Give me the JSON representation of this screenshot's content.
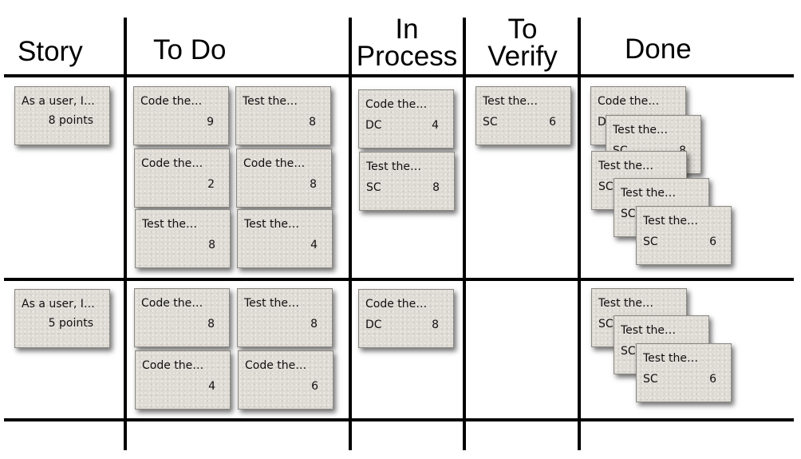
{
  "board": {
    "columns": [
      "Story",
      "To Do",
      "In Process",
      "To Verify",
      "Done"
    ],
    "rows": [
      {
        "story": {
          "title": "As a user, I…",
          "points": "8 points"
        },
        "todo": [
          {
            "title": "Code the…",
            "points": "9"
          },
          {
            "title": "Test the…",
            "points": "8"
          },
          {
            "title": "Code the…",
            "points": "2"
          },
          {
            "title": "Code the…",
            "points": "8"
          },
          {
            "title": "Test the…",
            "points": "8"
          },
          {
            "title": "Test the…",
            "points": "4"
          }
        ],
        "in_process": [
          {
            "title": "Code the…",
            "owner": "DC",
            "points": "4"
          },
          {
            "title": "Test the…",
            "owner": "SC",
            "points": "8"
          }
        ],
        "to_verify": [
          {
            "title": "Test the…",
            "owner": "SC",
            "points": "6"
          }
        ],
        "done": [
          {
            "title": "Code the…",
            "owner": "D",
            "points": ""
          },
          {
            "title": "Test the…",
            "owner": "SC",
            "points": "8"
          },
          {
            "title": "Test the…",
            "owner": "SC",
            "points": ""
          },
          {
            "title": "Test the…",
            "owner": "SC",
            "points": ""
          },
          {
            "title": "Test the…",
            "owner": "SC",
            "points": "6"
          }
        ]
      },
      {
        "story": {
          "title": "As a user, I…",
          "points": "5 points"
        },
        "todo": [
          {
            "title": "Code the…",
            "points": "8"
          },
          {
            "title": "Test the…",
            "points": "8"
          },
          {
            "title": "Code the…",
            "points": "4"
          },
          {
            "title": "Code the…",
            "points": "6"
          }
        ],
        "in_process": [
          {
            "title": "Code the…",
            "owner": "DC",
            "points": "8"
          }
        ],
        "to_verify": [],
        "done": [
          {
            "title": "Test the…",
            "owner": "SC",
            "points": ""
          },
          {
            "title": "Test the…",
            "owner": "SC",
            "points": ""
          },
          {
            "title": "Test the…",
            "owner": "SC",
            "points": "6"
          }
        ]
      }
    ]
  }
}
